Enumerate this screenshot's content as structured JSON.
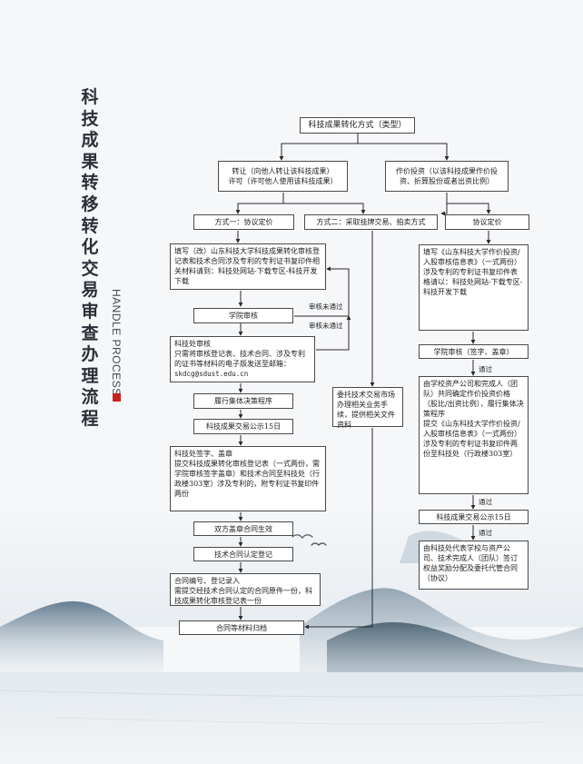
{
  "title_chars": [
    "科",
    "技",
    "成",
    "果",
    "转",
    "移",
    "转",
    "化",
    "交",
    "易",
    "审",
    "查",
    "办",
    "理",
    "流",
    "程"
  ],
  "subtitle": "HANDLE PROCESS",
  "nodes": {
    "top": "科技成果转化方式（类型）",
    "transfer": "转让（向他人转让该科技成果）\n许可（许可他人使用该科技成果）",
    "investment": "作价投资（以该科技成果作价投资、折算股份或者出资比例）",
    "method1": "方式一：协议定价",
    "method2": "方式二：采取挂牌交易、拍卖方式",
    "agreement_price": "协议定价",
    "fill_form_left": "填写（改）山东科技大学科技成果转化审核登记表和技术合同涉及专利的专利证书复印件相关材料请到：科技处网站-下载专区-科技开发下载",
    "college_review_left": "学院审核",
    "sci_dept_review": "科技处审核\n只需将审核登记表、技术合同、涉及专利的证书等材料的电子版发送至邮箱：",
    "email": "skdcg@sdust.edu.cn",
    "collective": "履行集体决策程序",
    "publicity_left": "科技成果交易公示15日",
    "sign_seal": "科技处签字、盖章\n提交科技成果转化审核登记表（一式两份，需学院审核签字盖章）和技术合同至科技处（行政楼303室）涉及专利的，附专利证书复印件两份",
    "contract_effect": "双方盖章合同生效",
    "contract_register": "技术合同认定登记",
    "contract_number": "合同编号、登记录入\n需提交经技术合同认定的合同原件一份，科技成果转化审核登记表一份",
    "archive": "合同等材料归档",
    "entrust": "委托技术交易市场办理相关业务手续，提供相关文件资料",
    "fill_form_right": "填写《山东科技大学作价投资/入股审核信息表》（一式两份）\n涉及专利的专利证书复印件表格请以：科技处网站-下载专区-科技开发下载",
    "college_review_right": "学院审核（签字、盖章）",
    "asset_company": "由学校资产公司和完成人（团队）共同确定作价投资价格（股比/出资比例），履行集体决策程序\n提交《山东科技大学作价投资/入股审核信息表》（一式两份）\n涉及专利的专利证书复印件两份至科技处（行政楼303室）",
    "publicity_right": "科技成果交易公示15日",
    "sign_agreement": "由科技处代表学校与资产公司、技术完成人（团队）签订权益奖励分配及委托代管合同（协议）"
  },
  "labels": {
    "reject1": "审核未通过",
    "reject2": "审核未通过",
    "pass1": "通过",
    "pass2": "通过",
    "pass3": "通过"
  },
  "colors": {
    "line": "#2a2a2a",
    "title": "#2b2f37",
    "accent": "#c8231f"
  }
}
